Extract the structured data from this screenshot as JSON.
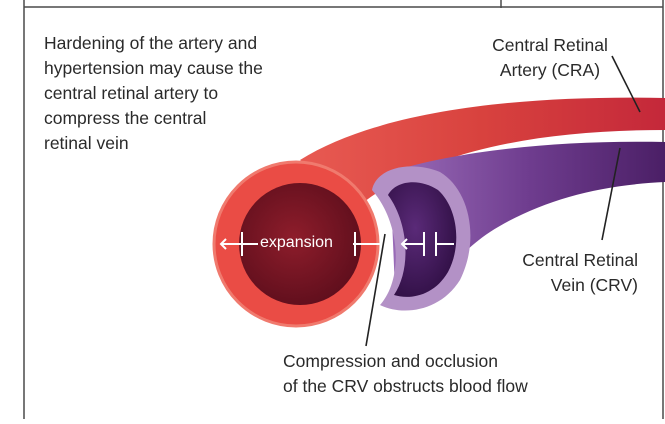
{
  "top_left_note": {
    "lines": [
      "Hardening of the artery and",
      "hypertension may cause the",
      "central retinal artery to",
      "compress the central",
      "retinal vein"
    ]
  },
  "cra_label": {
    "lines": [
      "Central Retinal",
      "Artery (CRA)"
    ]
  },
  "crv_label": {
    "lines": [
      "Central Retinal",
      "Vein (CRV)"
    ]
  },
  "expansion_label": "expansion",
  "bottom_note": {
    "lines": [
      "Compression and occlusion",
      "of the CRV obstructs blood flow"
    ]
  },
  "colors": {
    "artery_outer": "#e8473f",
    "artery_inner": "#7a1424",
    "vein_outer": "#b18bc4",
    "vein_inner": "#3d1850",
    "tube_red": "#e04b45",
    "tube_purple": "#6d3a8d",
    "border": "#4a4a4a",
    "text": "#2a2a2a"
  }
}
